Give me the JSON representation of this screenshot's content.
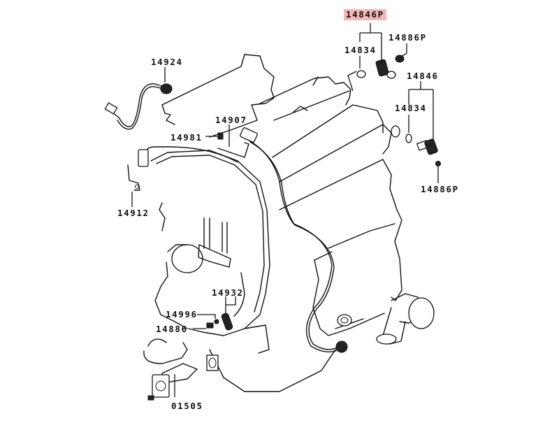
{
  "diagram": {
    "title": "Engine sensors parts diagram",
    "highlight_color": "#f4b6b6",
    "labels": {
      "p14846P_top": "14846P",
      "p14886P_top": "14886P",
      "p14834_top": "14834",
      "p14846_right": "14846",
      "p14834_right": "14834",
      "p14886P_right": "14886P",
      "p14924": "14924",
      "p14907": "14907",
      "p14981": "14981",
      "p14912": "14912",
      "p14932": "14932",
      "p14996": "14996",
      "p14886": "14886",
      "p01505": "01505"
    }
  }
}
